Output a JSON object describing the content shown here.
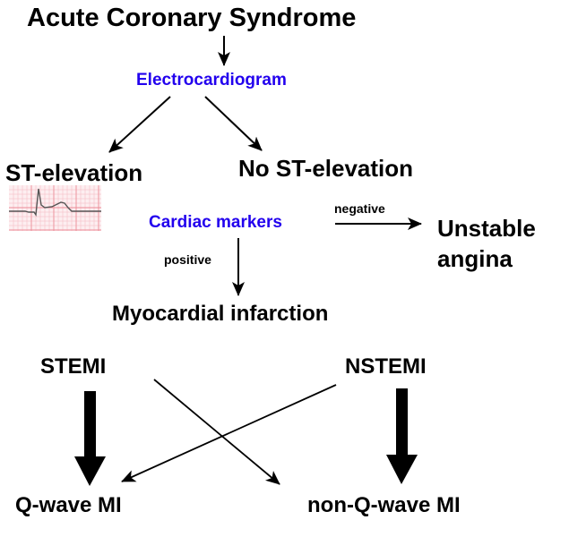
{
  "title": "Acute Coronary Syndrome",
  "nodes": {
    "ecg": "Electrocardiogram",
    "st_elevation": "ST-elevation",
    "no_st_elevation": "No ST-elevation",
    "cardiac_markers": "Cardiac markers",
    "unstable_angina_line1": "Unstable",
    "unstable_angina_line2": "angina",
    "myocardial_infarction": "Myocardial infarction",
    "stemi": "STEMI",
    "nstemi": "NSTEMI",
    "q_wave_mi": "Q-wave MI",
    "non_q_wave_mi": "non-Q-wave MI"
  },
  "edge_labels": {
    "negative": "negative",
    "positive": "positive"
  },
  "colors": {
    "text": "#000000",
    "highlight": "#2200ee",
    "ecg_grid": "#f2a0a8",
    "ecg_trace": "#555555"
  },
  "ecg_image": "ecg-strip-st-elevation"
}
